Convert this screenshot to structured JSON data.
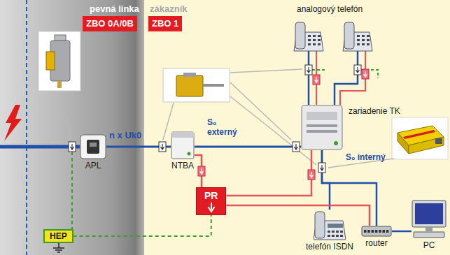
{
  "diagram": {
    "nodes": [
      {
        "text": [
          "ZBO 0A/0B"
        ]
      },
      {
        "text": [
          "ZBO 1"
        ]
      },
      {
        "text": [
          "APL"
        ]
      },
      {
        "text": [
          "NTBA"
        ]
      },
      {
        "text": [
          "PR"
        ]
      },
      {
        "text": [
          "HEP"
        ]
      },
      {
        "text": [
          "zariadenie TK"
        ]
      },
      {
        "text": [
          "telefón ISDN"
        ]
      },
      {
        "text": [
          "router"
        ]
      },
      {
        "text": [
          "PC"
        ]
      }
    ],
    "edges": [
      {
        "from": 2,
        "to": 3,
        "arrow": "none"
      },
      {
        "from": 3,
        "to": 6,
        "arrow": "none"
      },
      {
        "from": 6,
        "to": 7,
        "arrow": "none"
      },
      {
        "from": 6,
        "to": 8,
        "arrow": "none"
      },
      {
        "from": 8,
        "to": 9,
        "arrow": "none"
      },
      {
        "from": 4,
        "to": 3,
        "arrow": "none"
      },
      {
        "from": 4,
        "to": 6,
        "arrow": "none"
      },
      {
        "from": 4,
        "to": 8,
        "arrow": "none"
      },
      {
        "from": 5,
        "to": 4,
        "arrow": "none"
      }
    ],
    "labels": [
      "pevná linka",
      "zákazník",
      "analogový telefón",
      "n x Uk0",
      "S₀ externý",
      "S₀ interný"
    ]
  }
}
